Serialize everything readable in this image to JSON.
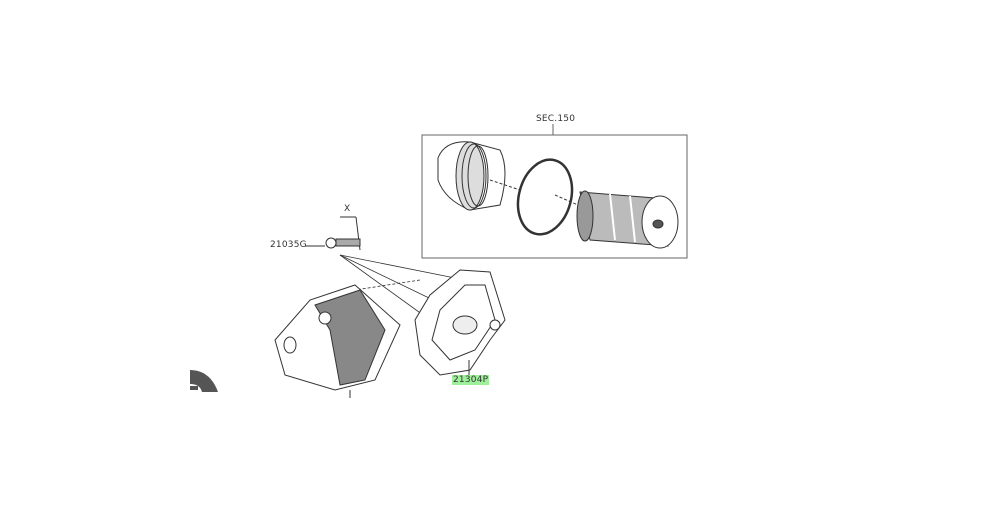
{
  "diagram": {
    "section_ref": "SEC.150",
    "dimension_marker": "X",
    "parts": [
      {
        "number": "21035G",
        "highlighted": false
      },
      {
        "number": "21304P",
        "highlighted": true
      }
    ],
    "highlight_color": "#9ef09a"
  }
}
